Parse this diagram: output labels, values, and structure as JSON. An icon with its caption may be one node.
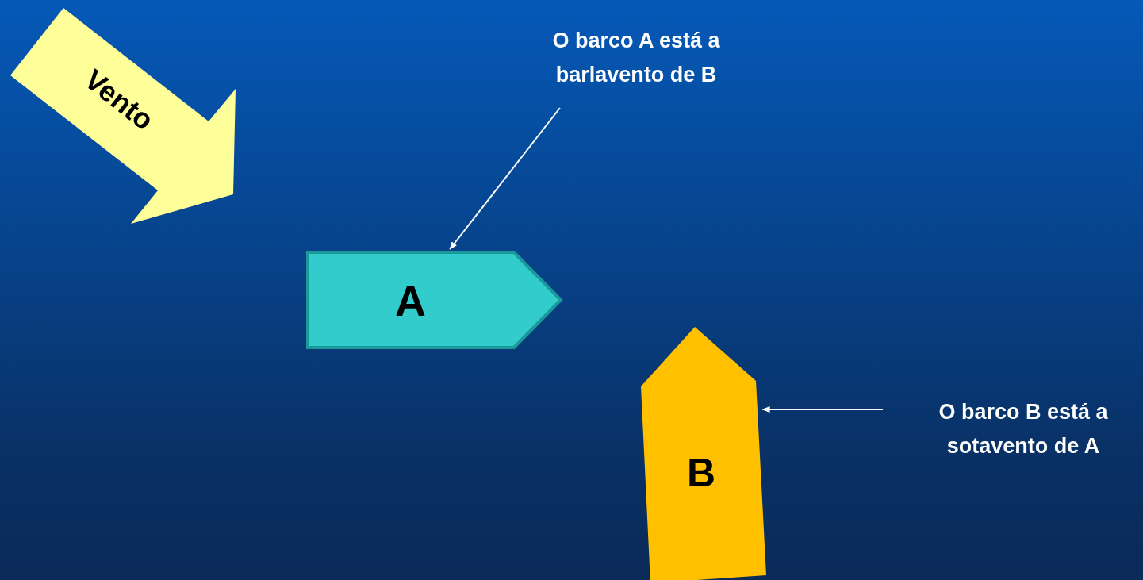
{
  "diagram": {
    "nodes": [
      {
        "text": [
          "Vento"
        ]
      },
      {
        "text": [
          "O barco A está a barlavento de B"
        ]
      },
      {
        "text": [
          "A"
        ]
      },
      {
        "text": [
          "B"
        ]
      },
      {
        "text": [
          "O barco B está a sotavento de A"
        ]
      }
    ],
    "edges": [
      {
        "from": 1,
        "to": 2,
        "arrow": "to"
      },
      {
        "from": 4,
        "to": 3,
        "arrow": "to"
      }
    ]
  }
}
